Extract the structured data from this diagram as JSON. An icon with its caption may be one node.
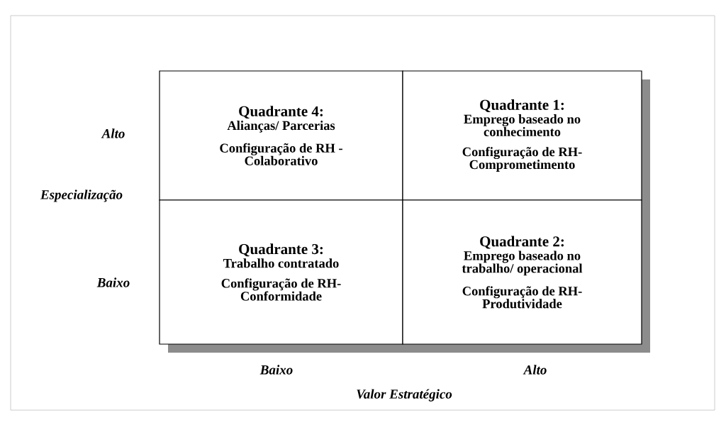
{
  "diagram": {
    "nodes": [
      {
        "text": [
          "Quadrante 4:",
          "Alianças/ Parcerias",
          "Configuração de RH - Colaborativo"
        ]
      },
      {
        "text": [
          "Quadrante 1:",
          "Emprego baseado no conhecimento",
          "Configuração de RH- Comprometimento"
        ]
      },
      {
        "text": [
          "Quadrante 3:",
          "Trabalho contratado",
          "Configuração de RH- Conformidade"
        ]
      },
      {
        "text": [
          "Quadrante 2:",
          "Emprego baseado no trabalho/ operacional",
          "Configuração de RH- Produtividade"
        ]
      }
    ],
    "labels": [
      "Alto",
      "Especialização",
      "Baixo",
      "Baixo",
      "Alto",
      "Valor Estratégico"
    ]
  }
}
